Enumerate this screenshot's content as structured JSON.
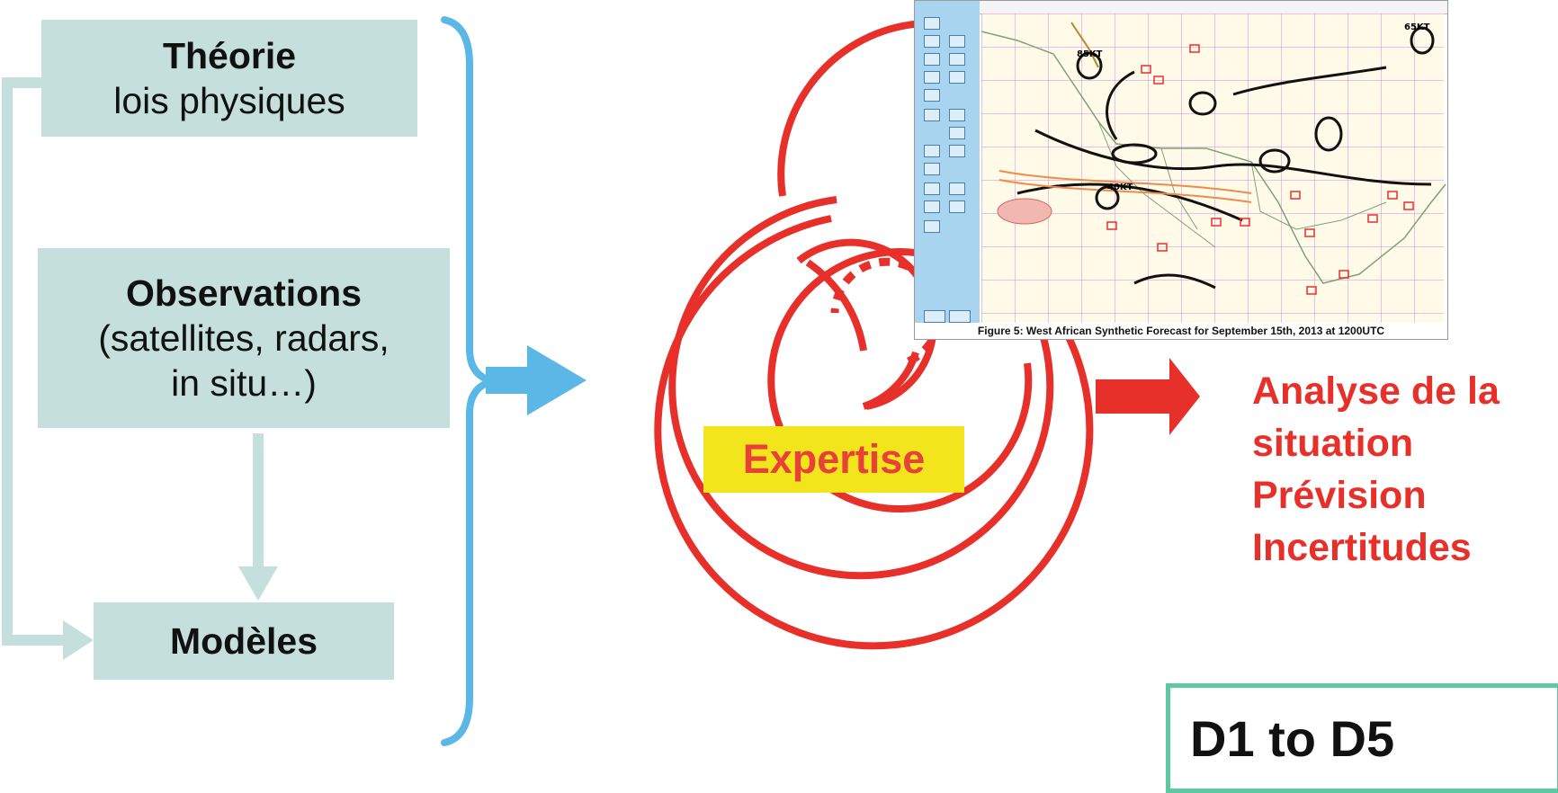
{
  "boxes": {
    "theorie": {
      "title": "Théorie",
      "subtitle": "lois physiques"
    },
    "observations": {
      "title": "Observations",
      "line1": "(satellites, radars,",
      "line2": "in situ…)"
    },
    "modeles": {
      "title": "Modèles"
    }
  },
  "expertise": {
    "label": "Expertise"
  },
  "forecast_map": {
    "caption": "Figure 5: West African Synthetic Forecast for September 15th, 2013 at 1200UTC",
    "labels": [
      "85KT",
      "40KT",
      "65KT"
    ]
  },
  "outcome": {
    "lines": [
      "Analyse de la",
      "situation",
      "Prévision",
      "Incertitudes"
    ]
  },
  "range_box": {
    "label": "D1 to D5"
  },
  "colors": {
    "box_fill": "#c5e0dc",
    "connector": "#c5e0dc",
    "brace": "#5bb8e6",
    "spiral_red": "#e8302a",
    "expertise_fill": "#f3e51c",
    "range_border": "#5dc9a0"
  }
}
